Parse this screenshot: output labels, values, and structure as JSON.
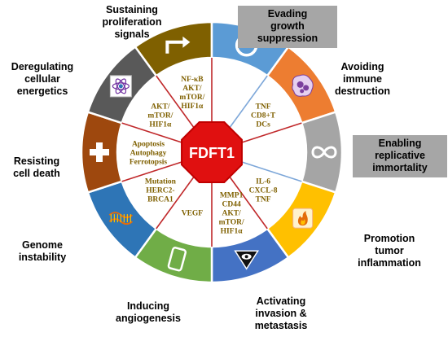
{
  "center_label": "FDFT1",
  "colors": {
    "ring_border": "#ffffff",
    "center_fill": "#e01010",
    "center_stroke": "#c00000",
    "inner_fill": "#ffffff",
    "spoke": "#c0282a",
    "spoke_blue": "#7da7d9",
    "inner_text": "#7f6000",
    "label_box": "#a6a6a6"
  },
  "segments": [
    {
      "key": "proliferation",
      "color": "#7f6000",
      "icon": "bent-arrow-icon",
      "label": [
        "Sustaining",
        "proliferation",
        "signals"
      ],
      "boxed": false,
      "inner": [
        "NF-κB",
        "AKT/",
        "mTOR/",
        "HIF1α"
      ]
    },
    {
      "key": "growth-suppression",
      "color": "#5b9bd5",
      "icon": "prohibition-icon",
      "label": [
        "Evading",
        "growth",
        "suppression"
      ],
      "boxed": true,
      "inner": []
    },
    {
      "key": "immune-destruction",
      "color": "#ed7d31",
      "icon": "immune-cell-icon",
      "label": [
        "Avoiding",
        "immune",
        "destruction"
      ],
      "boxed": false,
      "inner": [
        "TNF",
        "CD8+T",
        "DCs"
      ]
    },
    {
      "key": "replicative-immortality",
      "color": "#a5a5a5",
      "icon": "infinity-icon",
      "label": [
        "Enabling",
        "replicative",
        "immortality"
      ],
      "boxed": true,
      "inner": []
    },
    {
      "key": "tumor-inflammation",
      "color": "#ffc000",
      "icon": "flame-icon",
      "label": [
        "Promotion",
        "tumor",
        "inflammation"
      ],
      "boxed": false,
      "inner": [
        "IL-6",
        "CXCL-8",
        "TNF"
      ]
    },
    {
      "key": "invasion-metastasis",
      "color": "#4472c4",
      "icon": "invasion-icon",
      "label": [
        "Activating",
        "invasion &",
        "metastasis"
      ],
      "boxed": false,
      "inner": [
        "MMP1",
        "CD44",
        "AKT/",
        "mTOR/",
        "HIF1α"
      ]
    },
    {
      "key": "angiogenesis",
      "color": "#70ad47",
      "icon": "vessel-icon",
      "label": [
        "Inducing",
        "angiogenesis"
      ],
      "boxed": false,
      "inner": [
        "VEGF"
      ]
    },
    {
      "key": "genome-instability",
      "color": "#2e75b6",
      "icon": "dna-icon",
      "label": [
        "Genome",
        "instability"
      ],
      "boxed": false,
      "inner": [
        "Mutation",
        "HERC2-",
        "BRCA1"
      ]
    },
    {
      "key": "cell-death",
      "color": "#9e480e",
      "icon": "cross-icon",
      "label": [
        "Resisting",
        "cell death"
      ],
      "boxed": false,
      "inner": [
        "Apoptosis",
        "Autophagy",
        "Ferrotopsis"
      ]
    },
    {
      "key": "cellular-energetics",
      "color": "#595959",
      "icon": "atom-icon",
      "label": [
        "Deregulating",
        "cellular",
        "energetics"
      ],
      "boxed": false,
      "inner": [
        "AKT/",
        "mTOR/",
        "HIF1α"
      ]
    }
  ]
}
